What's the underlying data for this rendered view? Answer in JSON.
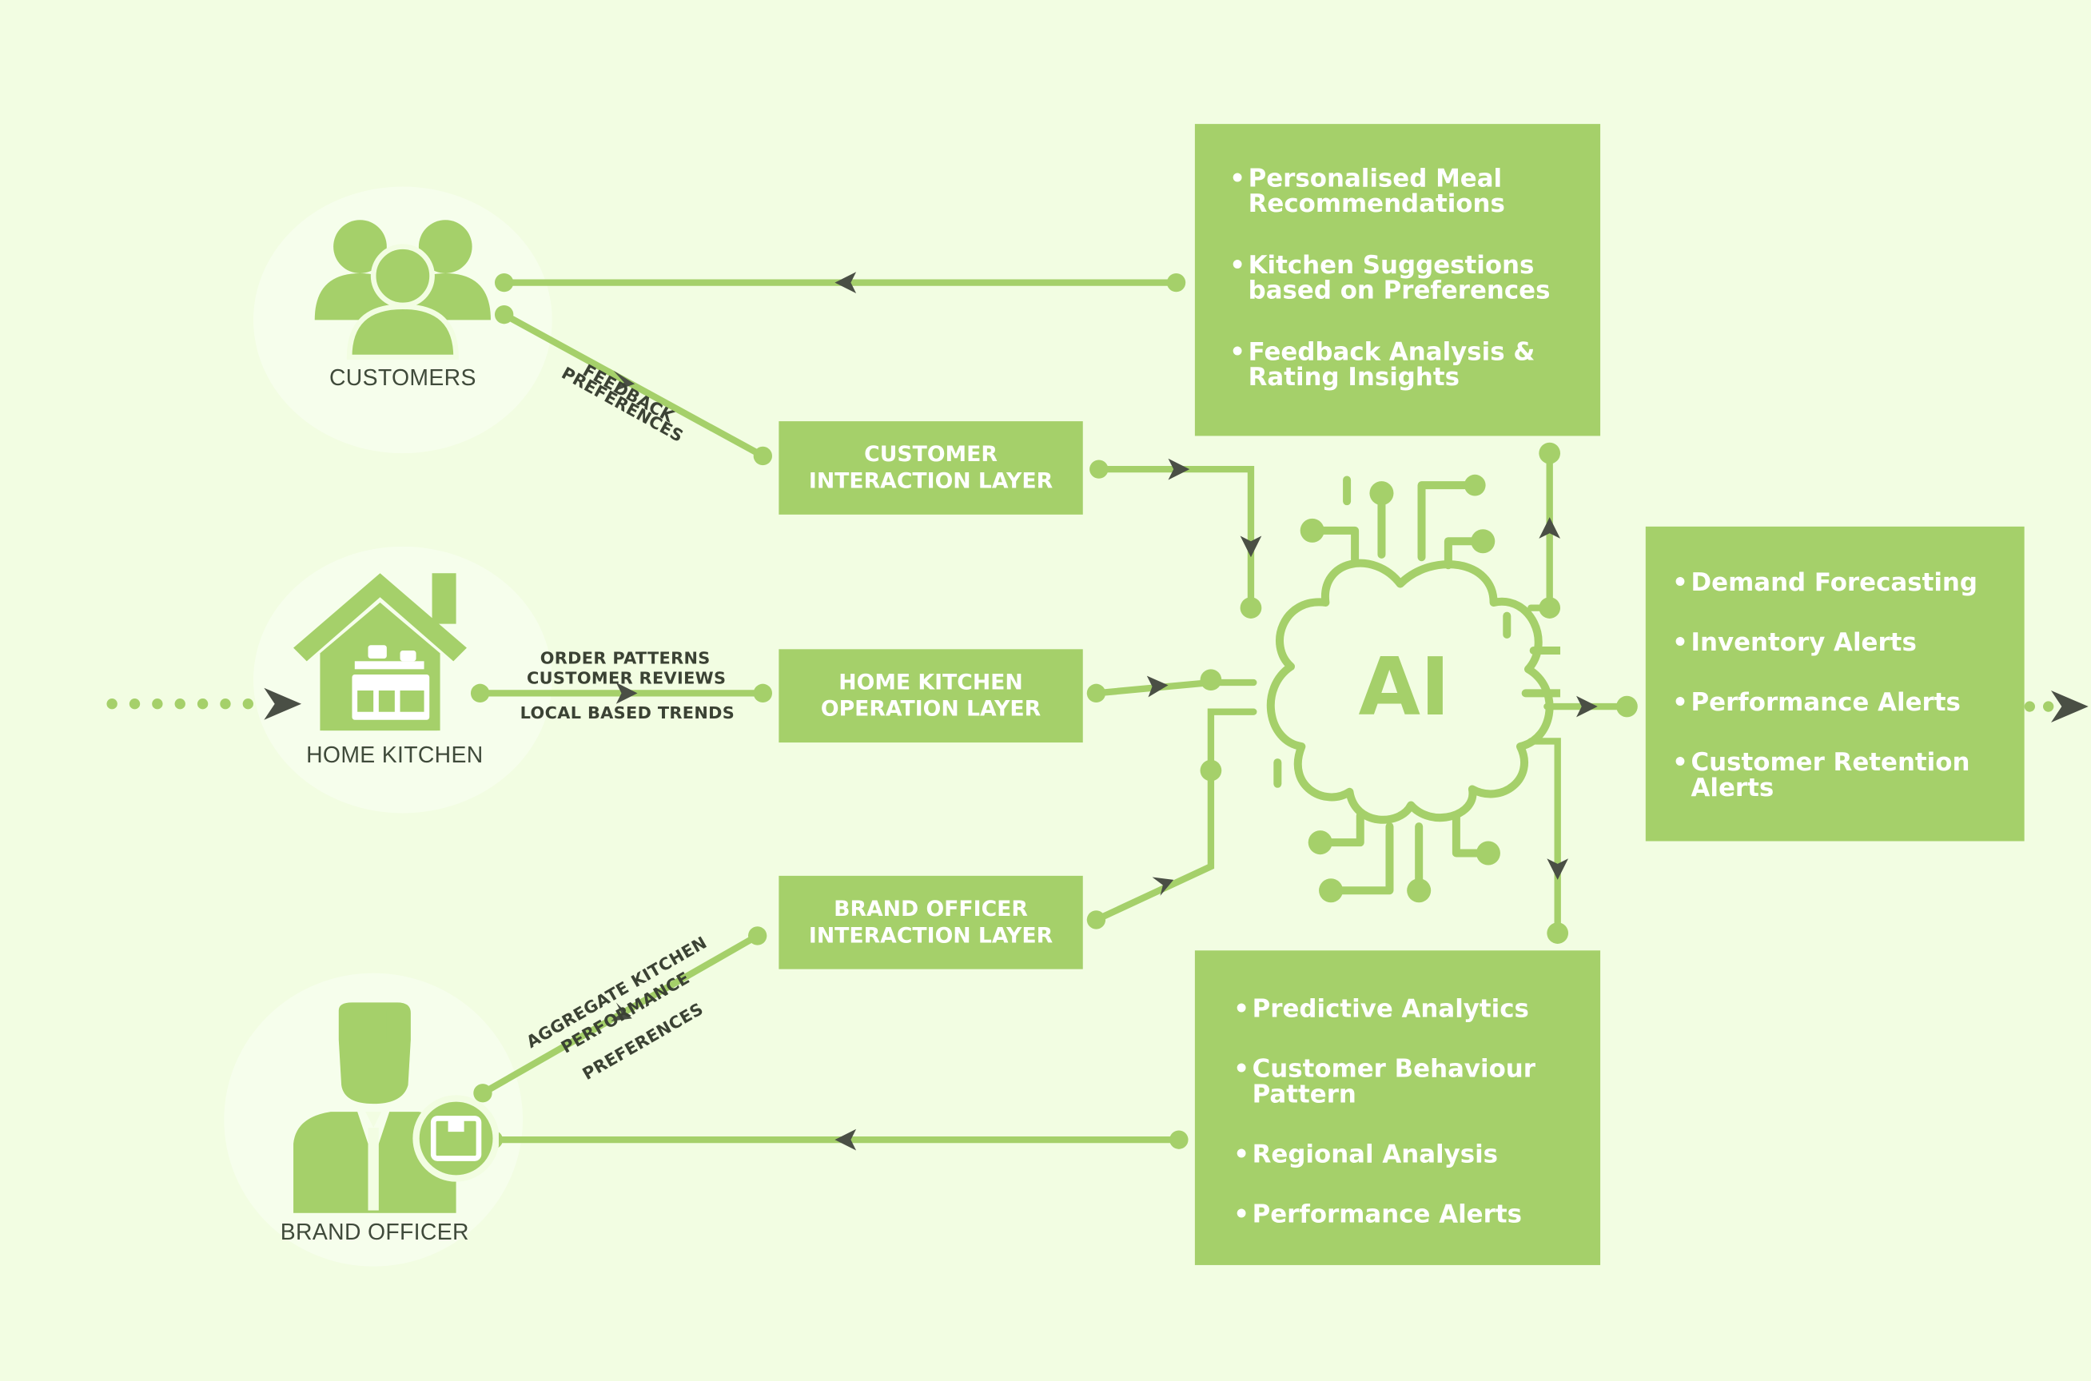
{
  "colors": {
    "background": "#f2fde2",
    "accent": "#a5d06a",
    "arrow": "#4a4f45",
    "text_dark": "#3f4a3a",
    "text_light": "#ffffff"
  },
  "actors": {
    "customers": {
      "label": "CUSTOMERS",
      "icon": "people-group-icon"
    },
    "home_kitchen": {
      "label": "HOME KITCHEN",
      "icon": "house-kitchen-icon"
    },
    "brand_officer": {
      "label": "BRAND OFFICER",
      "icon": "officer-with-package-icon"
    }
  },
  "layers": {
    "customer": {
      "line1": "CUSTOMER",
      "line2": "INTERACTION LAYER"
    },
    "kitchen": {
      "line1": "HOME KITCHEN",
      "line2": "OPERATION LAYER"
    },
    "brand": {
      "line1": "BRAND OFFICER",
      "line2": "INTERACTION LAYER"
    }
  },
  "edge_labels": {
    "customer": [
      "FEEDBACK",
      "PREFERENCES"
    ],
    "kitchen": [
      "ORDER PATTERNS",
      "CUSTOMER REVIEWS",
      "LOCAL BASED TRENDS"
    ],
    "brand": [
      "AGGREGATE KITCHEN",
      "PERFORMANCE",
      "PREFERENCES"
    ]
  },
  "ai": {
    "label": "AI",
    "icon": "ai-brain-circuit-icon"
  },
  "panels": {
    "customer_outputs": [
      {
        "line1": "Personalised Meal",
        "line2": "Recommendations"
      },
      {
        "line1": "Kitchen Suggestions",
        "line2": "based on Preferences"
      },
      {
        "line1": "Feedback Analysis &",
        "line2": "Rating Insights"
      }
    ],
    "right_outputs": [
      {
        "line1": "Demand Forecasting",
        "line2": ""
      },
      {
        "line1": "Inventory Alerts",
        "line2": ""
      },
      {
        "line1": "Performance Alerts",
        "line2": ""
      },
      {
        "line1": "Customer Retention",
        "line2": "Alerts"
      }
    ],
    "brand_outputs": [
      {
        "line1": "Predictive Analytics",
        "line2": ""
      },
      {
        "line1": "Customer Behaviour",
        "line2": "Pattern"
      },
      {
        "line1": "Regional Analysis",
        "line2": ""
      },
      {
        "line1": "Performance Alerts",
        "line2": ""
      }
    ]
  }
}
